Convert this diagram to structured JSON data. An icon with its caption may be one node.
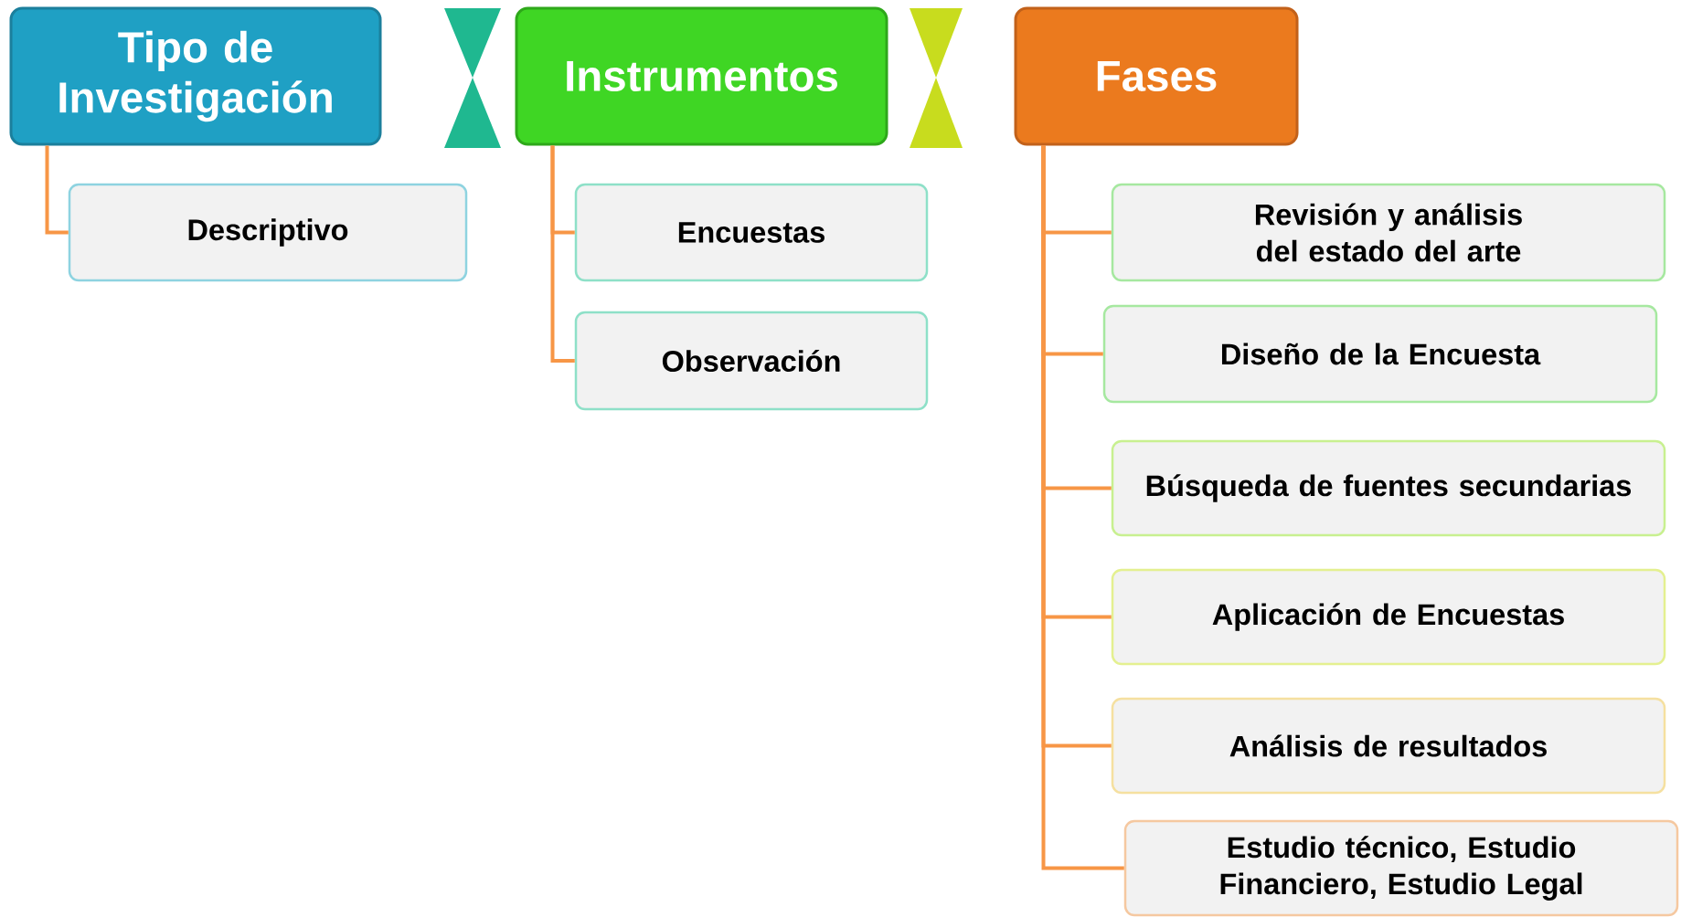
{
  "diagram": {
    "nodes": [
      {
        "text": [
          "Tipo de Investigación"
        ]
      },
      {
        "text": [
          "Descriptivo"
        ]
      },
      {
        "text": [
          "Instrumentos"
        ]
      },
      {
        "text": [
          "Encuestas"
        ]
      },
      {
        "text": [
          "Observación"
        ]
      },
      {
        "text": [
          "Fases"
        ]
      },
      {
        "text": [
          "Revisión y análisis del estado del arte"
        ]
      },
      {
        "text": [
          "Diseño de la Encuesta"
        ]
      },
      {
        "text": [
          "Búsqueda de fuentes secundarias"
        ]
      },
      {
        "text": [
          "Aplicación de Encuestas"
        ]
      },
      {
        "text": [
          "Análisis de resultados"
        ]
      },
      {
        "text": [
          "Estudio técnico, Estudio Financiero, Estudio Legal"
        ]
      }
    ],
    "edges": [
      {
        "from": 0,
        "to": 1,
        "arrow": "none"
      },
      {
        "from": 2,
        "to": 3,
        "arrow": "none"
      },
      {
        "from": 2,
        "to": 4,
        "arrow": "none"
      },
      {
        "from": 5,
        "to": 6,
        "arrow": "none"
      },
      {
        "from": 5,
        "to": 7,
        "arrow": "none"
      },
      {
        "from": 5,
        "to": 8,
        "arrow": "none"
      },
      {
        "from": 5,
        "to": 9,
        "arrow": "none"
      },
      {
        "from": 5,
        "to": 10,
        "arrow": "none"
      },
      {
        "from": 5,
        "to": 11,
        "arrow": "none"
      }
    ]
  }
}
